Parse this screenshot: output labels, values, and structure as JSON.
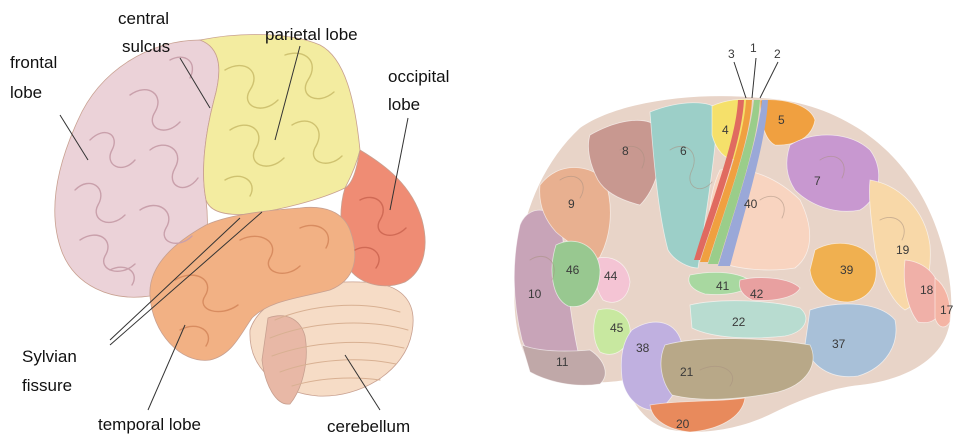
{
  "left_figure": {
    "labels": {
      "frontal_1": "frontal",
      "frontal_2": "lobe",
      "central_1": "central",
      "central_2": "sulcus",
      "parietal": "parietal lobe",
      "occipital_1": "occipital",
      "occipital_2": "lobe",
      "sylvian_1": "Sylvian",
      "sylvian_2": "fissure",
      "temporal": "temporal lobe",
      "cerebellum": "cerebellum"
    },
    "colors": {
      "frontal": "#ebd2d8",
      "parietal": "#f3eca0",
      "occipital": "#ef8c74",
      "temporal": "#f2b184",
      "cerebellum": "#f6dcc6",
      "brainstem": "#e8b8a6"
    }
  },
  "right_figure": {
    "areas": [
      {
        "id": "1",
        "color": "#9aa8d8"
      },
      {
        "id": "2",
        "color": "#f09a2c"
      },
      {
        "id": "3",
        "color": "#9acd8a"
      },
      {
        "id": "4",
        "color": "#f5e06a"
      },
      {
        "id": "5",
        "color": "#f0a040"
      },
      {
        "id": "6",
        "color": "#9ccfc8"
      },
      {
        "id": "7",
        "color": "#c898d0"
      },
      {
        "id": "8",
        "color": "#c89890"
      },
      {
        "id": "9",
        "color": "#e8b090"
      },
      {
        "id": "10",
        "color": "#c8a4b8"
      },
      {
        "id": "11",
        "color": "#c0a8a8"
      },
      {
        "id": "17",
        "color": "#f4b4a4"
      },
      {
        "id": "18",
        "color": "#f0b0a8"
      },
      {
        "id": "19",
        "color": "#f8d8a8"
      },
      {
        "id": "20",
        "color": "#e88a5c"
      },
      {
        "id": "21",
        "color": "#b8a888"
      },
      {
        "id": "22",
        "color": "#b8dcd0"
      },
      {
        "id": "37",
        "color": "#a8c0d8"
      },
      {
        "id": "38",
        "color": "#c0b0e0"
      },
      {
        "id": "39",
        "color": "#f0b050"
      },
      {
        "id": "40",
        "color": "#f8d4c0"
      },
      {
        "id": "41",
        "color": "#a8d8a0"
      },
      {
        "id": "42",
        "color": "#e8a0a0"
      },
      {
        "id": "44",
        "color": "#f4c4d4"
      },
      {
        "id": "45",
        "color": "#c8e8a0"
      },
      {
        "id": "46",
        "color": "#98c890"
      }
    ],
    "strip_colors": [
      "#e06a60",
      "#f0a040",
      "#9acd8a",
      "#9aa8d8"
    ]
  }
}
